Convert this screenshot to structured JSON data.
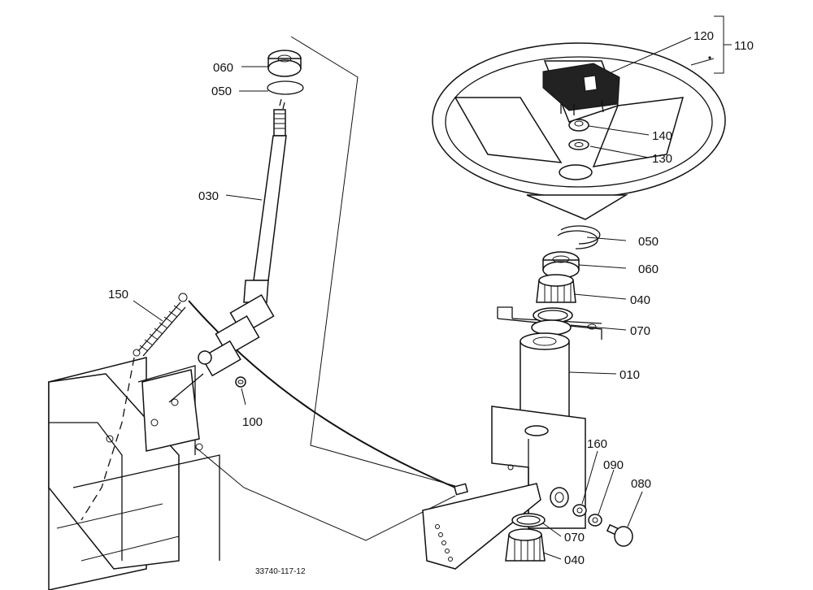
{
  "figure_code": "33740-117-12",
  "parts": {
    "p010": "010",
    "p030": "030",
    "p040a": "040",
    "p040b": "040",
    "p050a": "050",
    "p050b": "050",
    "p060a": "060",
    "p060b": "060",
    "p070a": "070",
    "p070b": "070",
    "p080": "080",
    "p090": "090",
    "p100": "100",
    "p110": "110",
    "p120": "120",
    "p130": "130",
    "p140": "140",
    "p150": "150",
    "p160": "160"
  }
}
